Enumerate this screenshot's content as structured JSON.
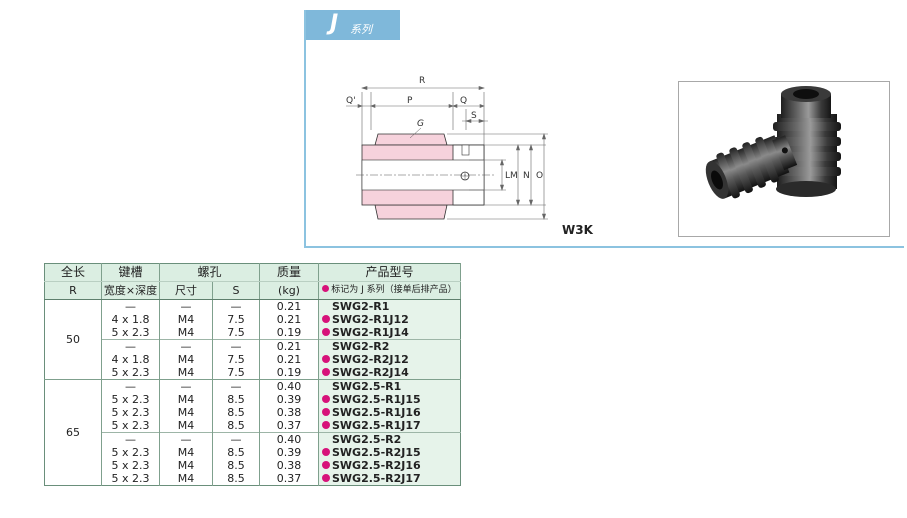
{
  "series_tab": {
    "letter": "J",
    "suffix": "系列"
  },
  "drawing": {
    "dims": {
      "R": "R",
      "P": "P",
      "Q": "Q",
      "Q_prime": "Q'",
      "S": "S",
      "G": "G",
      "L": "L",
      "M": "M",
      "N": "N",
      "O": "O"
    }
  },
  "product_code": "W3K",
  "colors": {
    "accent_blue": "#7fb8da",
    "table_header": "#dbeee2",
    "model_col": "#e6f3ea",
    "flag_dot": "#d7127a"
  },
  "table": {
    "headers": {
      "length": "全长",
      "length_sym": "R",
      "keyway": "键槽",
      "keyway_sub": "宽度×深度",
      "tap": "螺孔",
      "tap_size": "尺寸",
      "tap_s": "S",
      "mass": "质量",
      "mass_unit": "(kg)",
      "model": "产品型号",
      "model_note": "标记为 J 系列（接单后排产品）"
    },
    "groups": [
      {
        "length": "50",
        "rows": [
          {
            "keyway": "—",
            "size": "—",
            "s": "—",
            "mass": "0.21",
            "model": "SWG2-R1",
            "flag": false
          },
          {
            "keyway": "4 x 1.8",
            "size": "M4",
            "s": "7.5",
            "mass": "0.21",
            "model": "SWG2-R1J12",
            "flag": true
          },
          {
            "keyway": "5 x 2.3",
            "size": "M4",
            "s": "7.5",
            "mass": "0.19",
            "model": "SWG2-R1J14",
            "flag": true
          },
          {
            "keyway": "—",
            "size": "—",
            "s": "—",
            "mass": "0.21",
            "model": "SWG2-R2",
            "flag": false
          },
          {
            "keyway": "4 x 1.8",
            "size": "M4",
            "s": "7.5",
            "mass": "0.21",
            "model": "SWG2-R2J12",
            "flag": true
          },
          {
            "keyway": "5 x 2.3",
            "size": "M4",
            "s": "7.5",
            "mass": "0.19",
            "model": "SWG2-R2J14",
            "flag": true
          }
        ]
      },
      {
        "length": "65",
        "rows": [
          {
            "keyway": "—",
            "size": "—",
            "s": "—",
            "mass": "0.40",
            "model": "SWG2.5-R1",
            "flag": false
          },
          {
            "keyway": "5 x 2.3",
            "size": "M4",
            "s": "8.5",
            "mass": "0.39",
            "model": "SWG2.5-R1J15",
            "flag": true
          },
          {
            "keyway": "5 x 2.3",
            "size": "M4",
            "s": "8.5",
            "mass": "0.38",
            "model": "SWG2.5-R1J16",
            "flag": true
          },
          {
            "keyway": "5 x 2.3",
            "size": "M4",
            "s": "8.5",
            "mass": "0.37",
            "model": "SWG2.5-R1J17",
            "flag": true
          },
          {
            "keyway": "—",
            "size": "—",
            "s": "—",
            "mass": "0.40",
            "model": "SWG2.5-R2",
            "flag": false
          },
          {
            "keyway": "5 x 2.3",
            "size": "M4",
            "s": "8.5",
            "mass": "0.39",
            "model": "SWG2.5-R2J15",
            "flag": true
          },
          {
            "keyway": "5 x 2.3",
            "size": "M4",
            "s": "8.5",
            "mass": "0.38",
            "model": "SWG2.5-R2J16",
            "flag": true
          },
          {
            "keyway": "5 x 2.3",
            "size": "M4",
            "s": "8.5",
            "mass": "0.37",
            "model": "SWG2.5-R2J17",
            "flag": true
          }
        ]
      }
    ]
  }
}
